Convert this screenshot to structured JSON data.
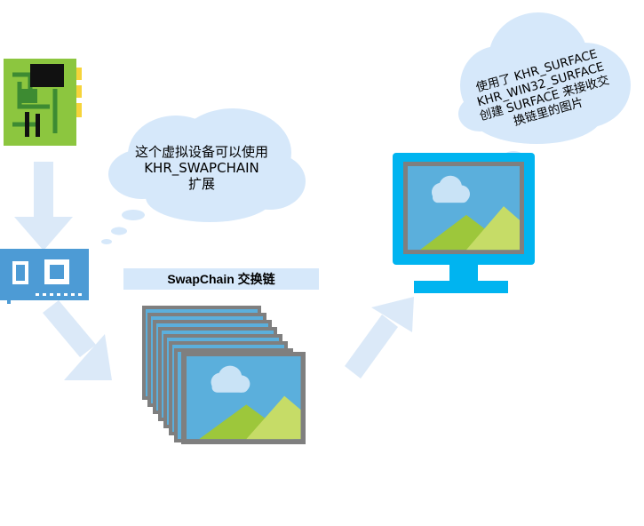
{
  "texts": {
    "device_note": "这个虚拟设备可以使用\nKHR_SWAPCHAIN\n扩展",
    "swapchain_label": "SwapChain 交换链",
    "surface_note": "使用了 KHR_SURFACE\nKHR_WIN32_SURFACE\n创建 SURFACE 来接收交\n换链里的图片"
  },
  "icons": [
    "gpu-board-icon",
    "virtual-device-card-icon",
    "swapchain-images-icon",
    "monitor-icon",
    "flow-arrow-icon",
    "thought-cloud-icon"
  ],
  "colors": {
    "arrow": "#dbe9f8",
    "cloud": "#d6e8fa",
    "gpu_green": "#8cc63f",
    "gpu_dark_green": "#3d8b32",
    "gpu_yellow": "#f6d43a",
    "card_blue": "#4d9bd5",
    "frame_gray": "#7f7f7f",
    "sky_blue": "#5bafdc",
    "monitor_blue": "#00b4f0"
  }
}
